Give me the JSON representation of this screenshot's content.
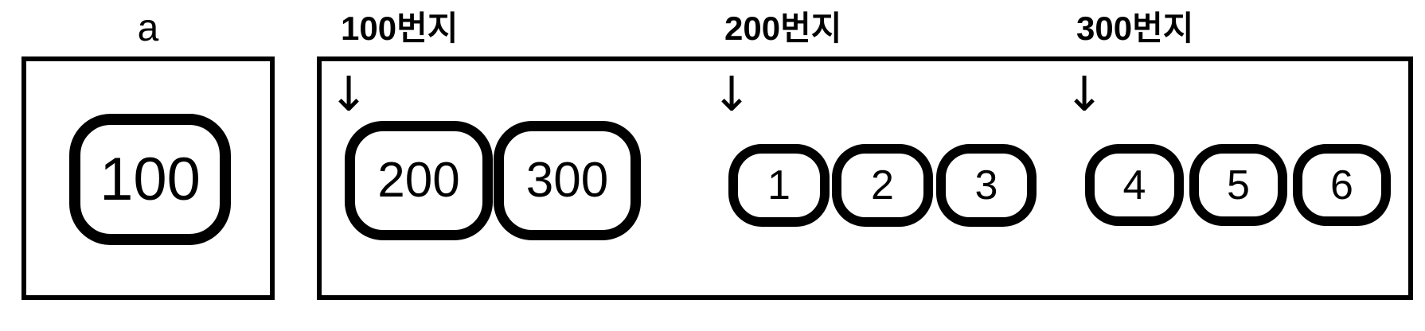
{
  "diagram": {
    "variable": {
      "name_label": "a",
      "value": "100"
    },
    "memory": {
      "segments": [
        {
          "address_label": "100번지",
          "cells": [
            "200",
            "300"
          ]
        },
        {
          "address_label": "200번지",
          "cells": [
            "1",
            "2",
            "3"
          ]
        },
        {
          "address_label": "300번지",
          "cells": [
            "4",
            "5",
            "6"
          ]
        }
      ]
    },
    "icons": {
      "down_arrow": "↓"
    },
    "colors": {
      "stroke": "#000000",
      "background": "#ffffff"
    }
  }
}
